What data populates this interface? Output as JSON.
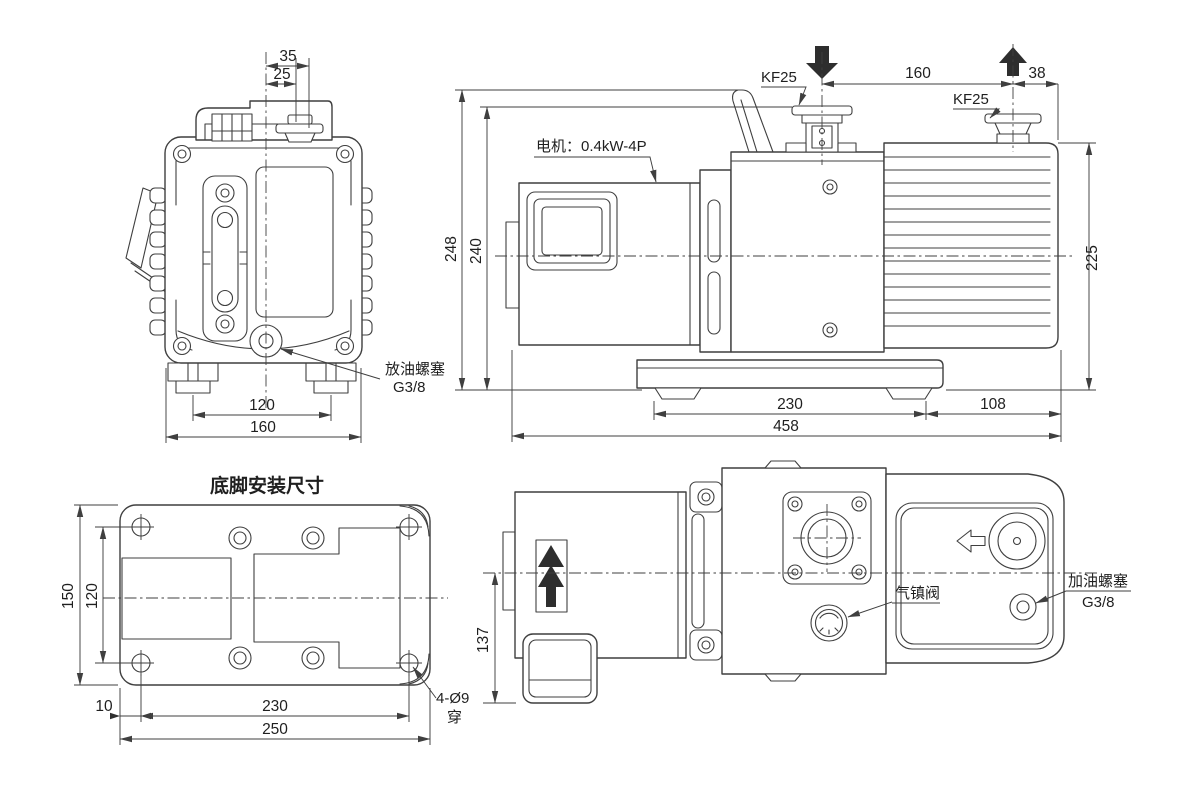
{
  "page": {
    "background": "#ffffff",
    "line_color": "#3f3f3f",
    "text_color": "#1f1f1f"
  },
  "front_view": {
    "dim_port_offset_outer": "35",
    "dim_port_offset_inner": "25",
    "dim_foot_span": "120",
    "dim_body_width": "160",
    "drain_plug_label": "放油螺塞",
    "drain_plug_thread": "G3/8"
  },
  "side_view": {
    "motor_label": "电机：0.4kW-4P",
    "inlet_port_label": "KF25",
    "exhaust_port_label": "KF25",
    "dim_port_spacing": "160",
    "dim_exhaust_to_rear": "38",
    "dim_height_overall": "248",
    "dim_height_inlet": "240",
    "dim_height_rear": "225",
    "dim_base_front": "230",
    "dim_base_rear": "108",
    "dim_length_overall": "458"
  },
  "foot_view": {
    "title": "底脚安装尺寸",
    "dim_plate_width": "150",
    "dim_hole_span_width": "120",
    "dim_edge_to_hole": "10",
    "dim_hole_span_length": "230",
    "dim_plate_length": "250",
    "mounting_holes_label": "4-Ø9",
    "mounting_holes_note": "穿"
  },
  "top_view": {
    "gas_ballast_label": "气镇阀",
    "oil_fill_label": "加油螺塞",
    "oil_fill_thread": "G3/8",
    "dim_center_height": "137"
  }
}
